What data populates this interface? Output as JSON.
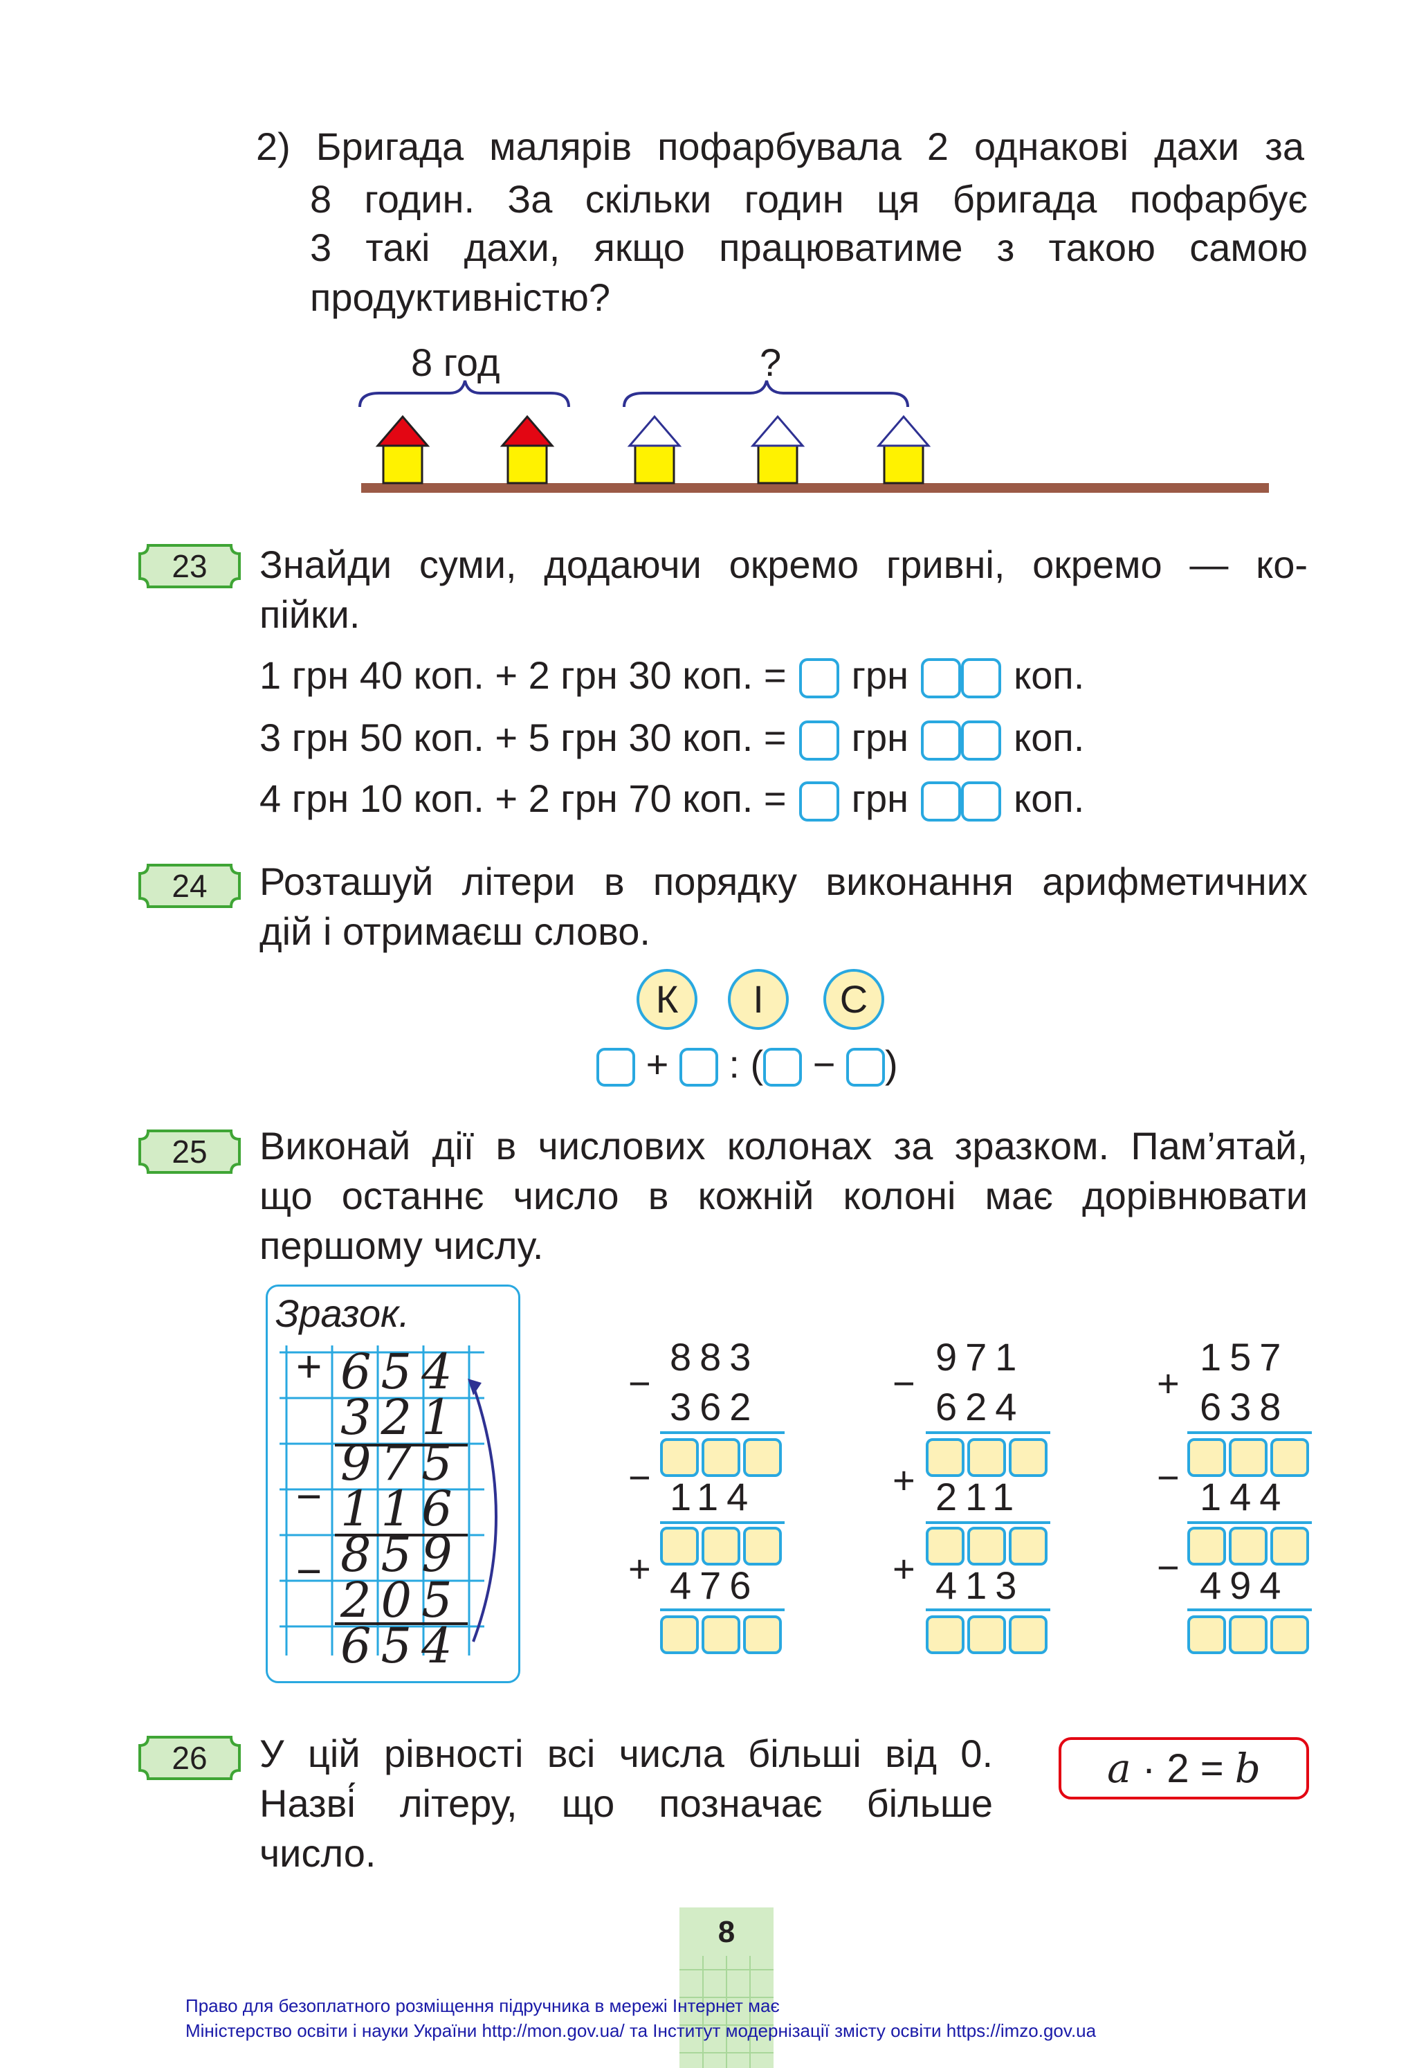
{
  "problem2": {
    "lines": [
      "2) Бригада малярів пофарбувала 2 однакові дахи за",
      "8 годин. За скільки годин ця бригада пофарбує",
      "3 такі дахи, якщо працюватиме з такою самою",
      "продуктивністю?"
    ],
    "label_left": "8 год",
    "label_right": "?"
  },
  "ex23": {
    "number": "23",
    "lines": [
      "Знайди суми, додаючи окремо гривні, окремо — ко-",
      "пійки."
    ],
    "rows": [
      "1 грн 40 коп. + 2 грн 30 коп. =",
      "3 грн 50 коп. + 5 грн 30 коп. =",
      "4 грн 10 коп. + 2 грн 70 коп. ="
    ],
    "unit_hrn": "грн",
    "unit_kop": "коп."
  },
  "ex24": {
    "number": "24",
    "lines": [
      "Розташуй літери в порядку виконання арифметичних",
      "дій і отримаєш слово."
    ],
    "letters": [
      "К",
      "І",
      "С"
    ],
    "plus": "+",
    "colon": ":",
    "open_paren": "(",
    "minus": "−",
    "close_paren": ")"
  },
  "ex25": {
    "number": "25",
    "lines": [
      "Виконай дії в числових колонах за зразком. Пам’ятай,",
      "що останнє число в кожній колоні має дорівнювати",
      "першому числу."
    ],
    "sample_title": "Зразок.",
    "sample": {
      "ops": [
        "+",
        "−",
        "−"
      ],
      "numbers": [
        "654",
        "321",
        "975",
        "116",
        "859",
        "205",
        "654"
      ]
    },
    "columns": [
      {
        "first": "883",
        "op1": "−",
        "second": "362",
        "op2": "−",
        "third": "114",
        "op3": "+",
        "fourth": "476"
      },
      {
        "first": "971",
        "op1": "−",
        "second": "624",
        "op2": "+",
        "third": "211",
        "op3": "+",
        "fourth": "413"
      },
      {
        "first": "157",
        "op1": "+",
        "second": "638",
        "op2": "−",
        "third": "144",
        "op3": "−",
        "fourth": "494"
      }
    ]
  },
  "ex26": {
    "number": "26",
    "lines": [
      "У цій рівності всі числа більші від 0.",
      "Назві́ літеру, що позначає більше",
      "число."
    ],
    "formula": {
      "a": "a",
      "dot": "·",
      "two": "2",
      "eq": "=",
      "b": "b"
    }
  },
  "page_number": "8",
  "footer": [
    "Право для безоплатного розміщення підручника в мережі Інтернет має",
    "Міністерство освіти і науки України http://mon.gov.ua/ та Інститут модернізації змісту освіти https://imzo.gov.ua"
  ],
  "colors": {
    "text": "#231f20",
    "badge_fill": "#d3ecc6",
    "badge_stroke": "#3fa535",
    "box_blue": "#29a8e0",
    "box_yellow": "#fdf1b8",
    "roof_red": "#e30613",
    "house_yellow": "#fff200",
    "ground": "#9b5a46",
    "brace": "#2e3192",
    "formula_red": "#e30613",
    "footer_blue": "#1a1aa8",
    "page_tab_green": "#d3ecc6"
  }
}
